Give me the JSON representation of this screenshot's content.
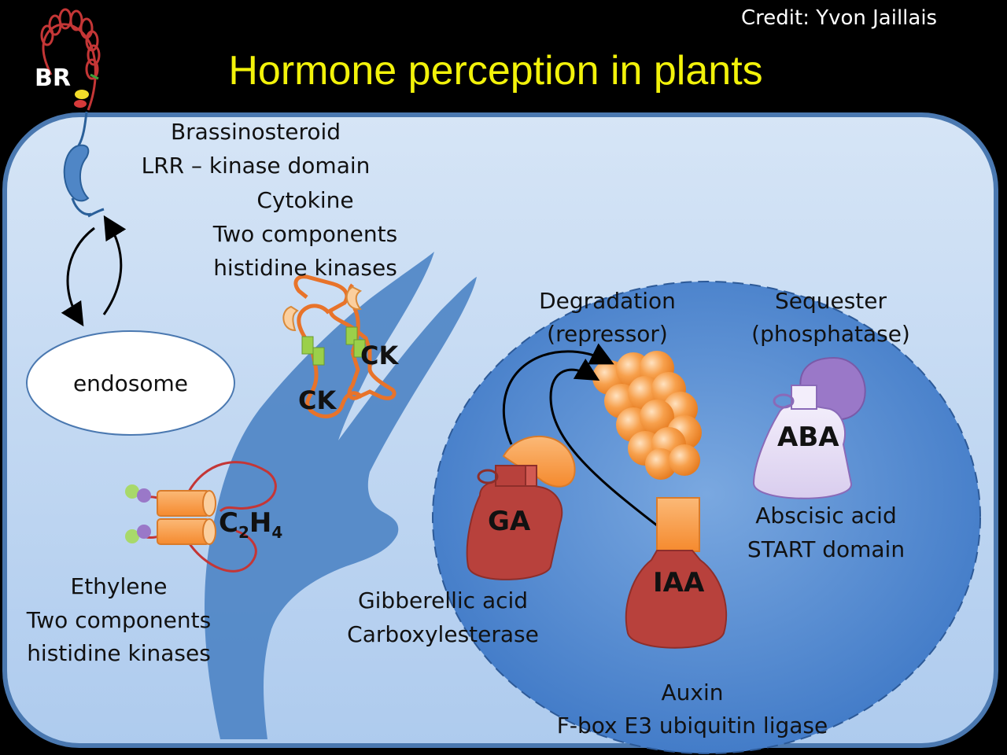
{
  "slide": {
    "title": "Hormone perception in plants",
    "credit": "Credit: Yvon Jaillais"
  },
  "br": {
    "label": "BR",
    "name": "Brassinosteroid",
    "receptor": "LRR – kinase domain"
  },
  "endosome": "endosome",
  "cytokinin": {
    "name": "Cytokine",
    "line1": "Two components",
    "line2": "histidine kinases",
    "ck_label": "CK"
  },
  "ethylene": {
    "name": "Ethylene",
    "line1": "Two components",
    "line2": "histidine kinases",
    "molecule": "C",
    "sub1": "2",
    "h": "H",
    "sub2": "4"
  },
  "nucleus": {
    "degradation": {
      "line1": "Degradation",
      "line2": "(repressor)"
    },
    "sequester": {
      "line1": "Sequester",
      "line2": "(phosphatase)"
    },
    "ga": {
      "label": "GA",
      "name": "Gibberellic acid",
      "receptor": "Carboxylesterase"
    },
    "aba": {
      "label": "ABA",
      "name": "Abscisic acid",
      "receptor": "START domain"
    },
    "auxin": {
      "label": "IAA",
      "name": "Auxin",
      "receptor": "F-box E3 ubiquitin ligase"
    }
  },
  "colors": {
    "title": "#f2f20a",
    "cell_border": "#4a78b0",
    "receptor_red": "#b8413c",
    "orange": "#f7a14a",
    "purple": "#9a78c8",
    "er_blue": "#4f86c6"
  }
}
